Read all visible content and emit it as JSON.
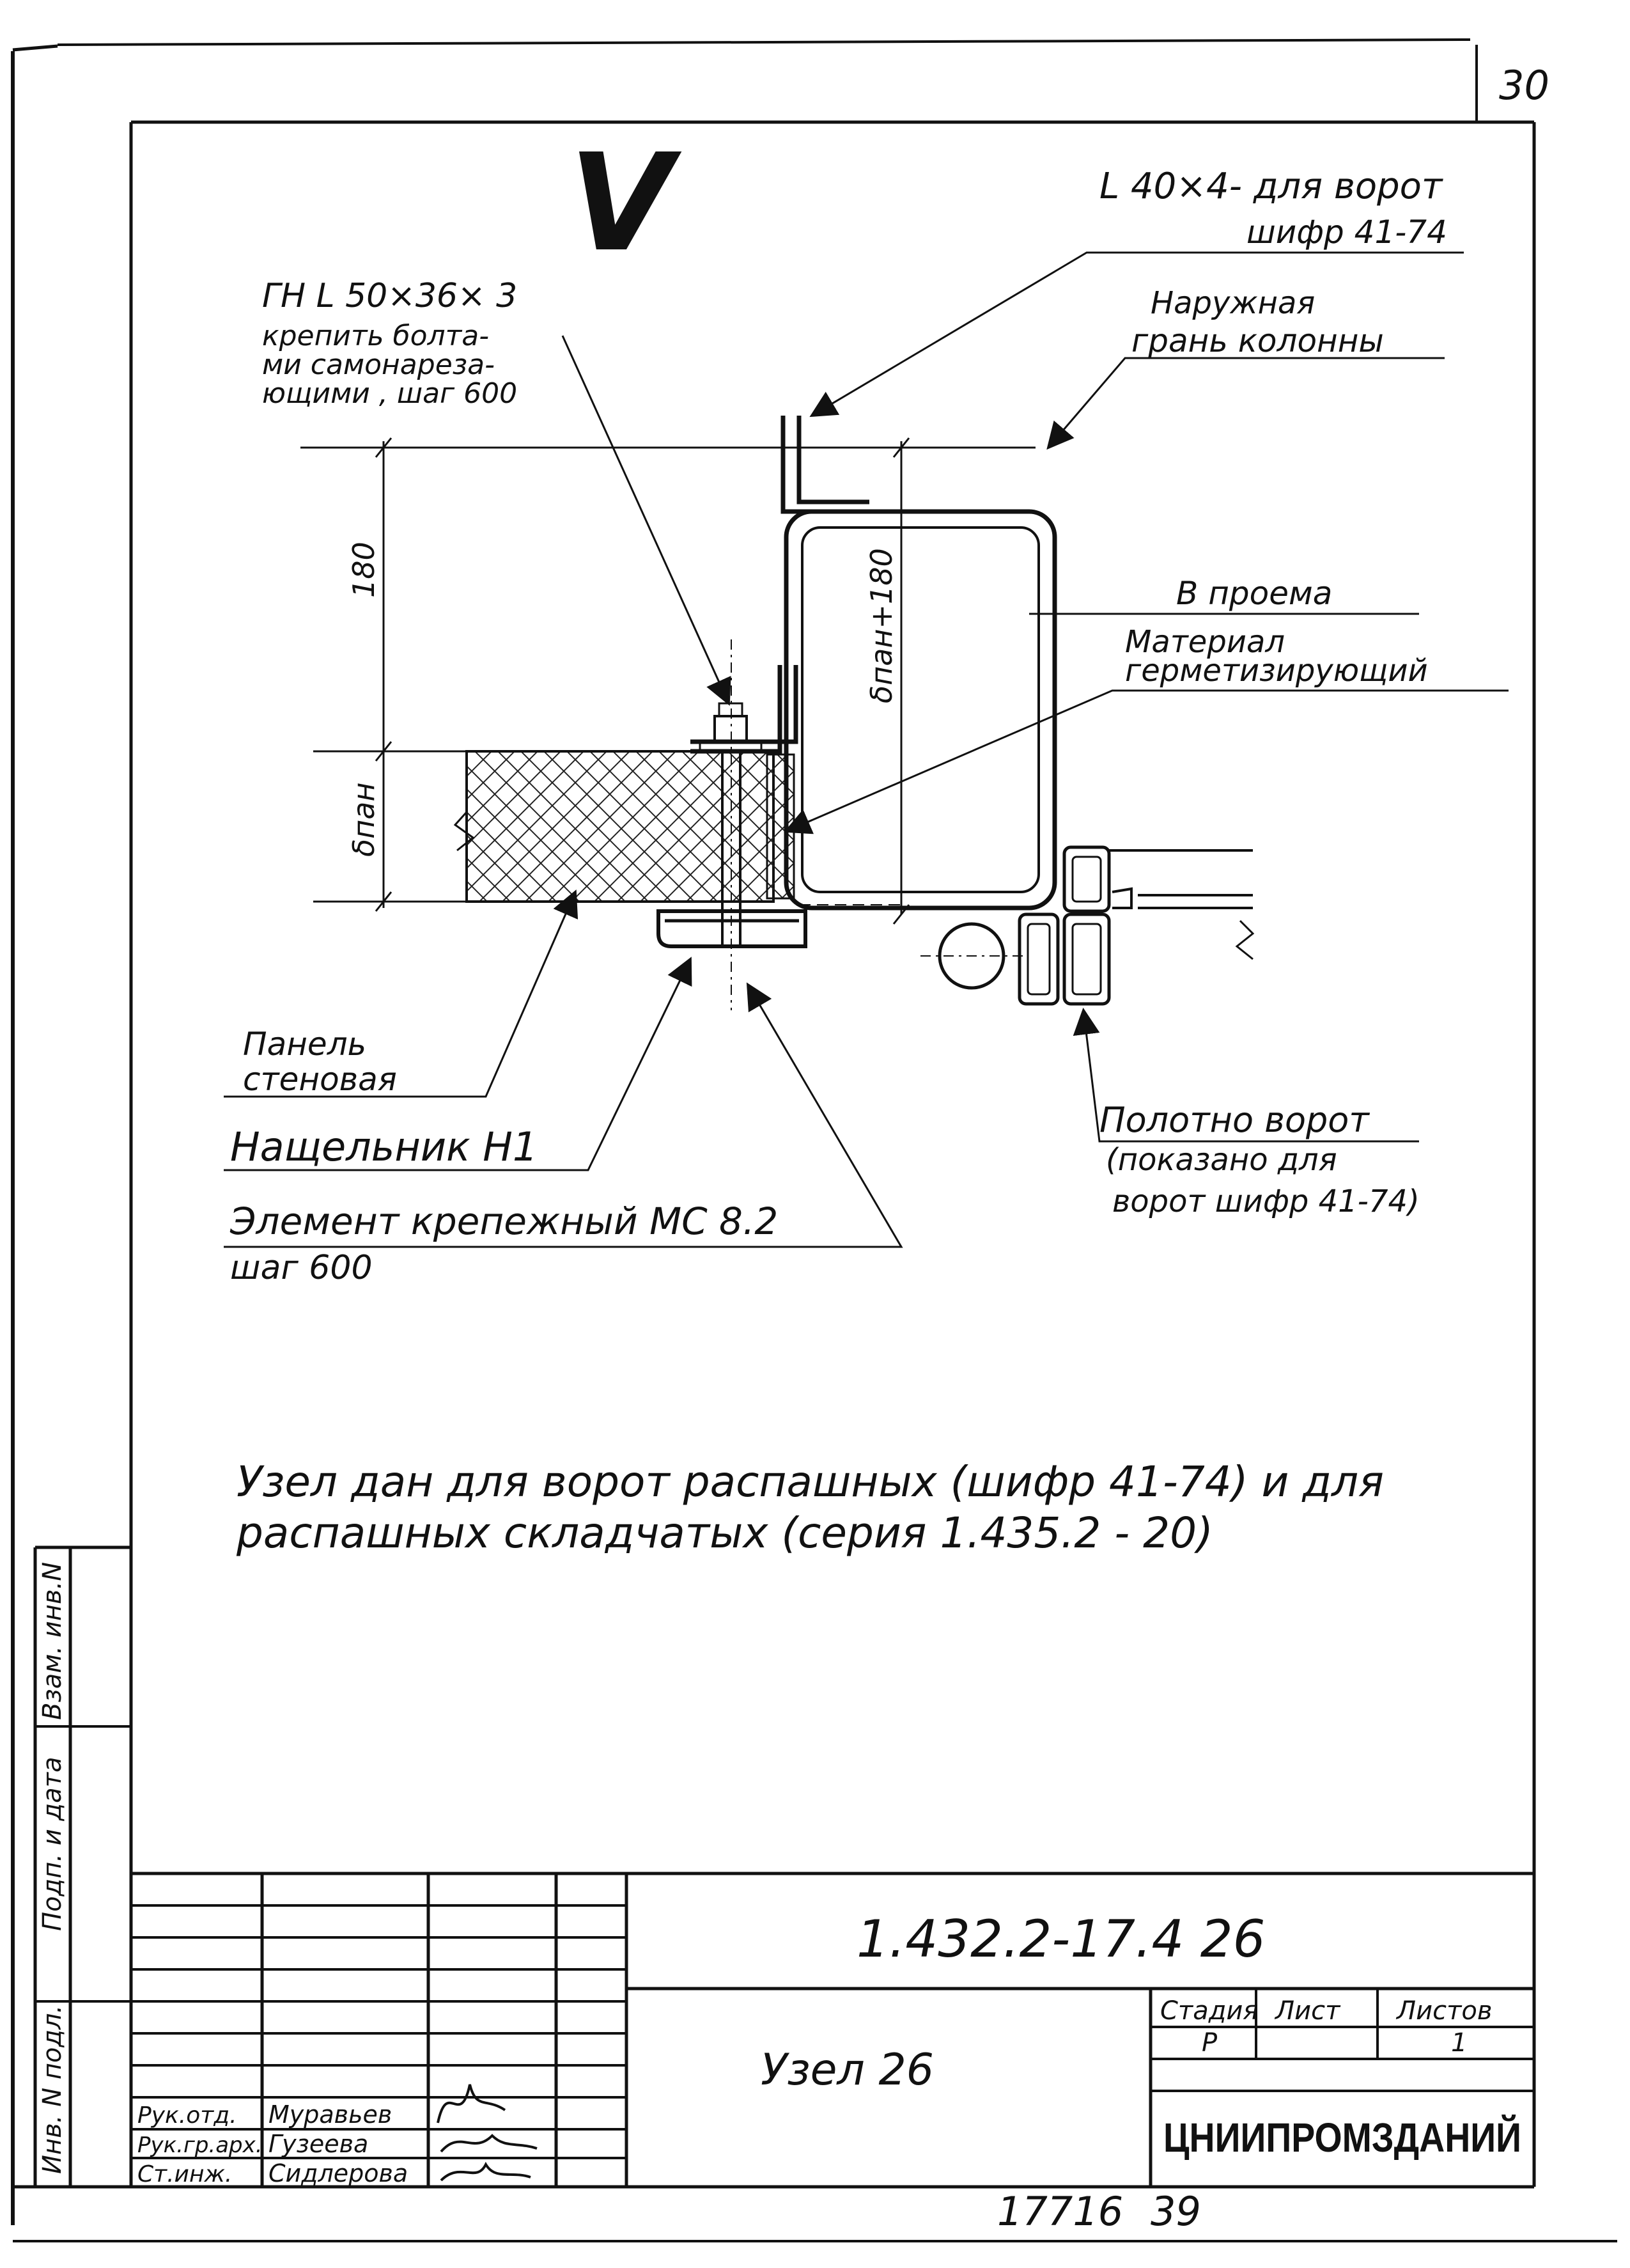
{
  "sheet_number": "30",
  "check_mark": "V",
  "labels": {
    "angle": [
      "L 40×4- для ворот",
      "шифр 41-74"
    ],
    "column_face": [
      "Наружная",
      "грань колонны"
    ],
    "gn_angle": [
      "ГН L 50×36× 3",
      "крепить болта-",
      "ми самонареза-",
      "ющими , шаг 600"
    ],
    "opening": "В проема",
    "sealant": [
      "Материал",
      "герметизирующий"
    ],
    "panel": [
      "Панель",
      "стеновая"
    ],
    "flashing": "Нащельник Н1",
    "fastener": [
      "Элемент крепежный МС 8.2",
      "шаг 600"
    ],
    "door_leaf": [
      "Полотно ворот",
      "(показано для",
      "ворот шифр 41-74)"
    ],
    "dim_180": "180",
    "dim_panel": "δпан",
    "dim_panel_180": "δпан+180"
  },
  "note": [
    "Узел дан для ворот распашных (шифр 41-74) и для",
    "распашных складчатых (серия 1.435.2 - 20)"
  ],
  "side_stamp": [
    "Инв. N подл.",
    "Подп. и дата",
    "Взам. инв.N"
  ],
  "title_block": {
    "code": "1.432.2-17.4 26",
    "title": "Узел 26",
    "stage_header": "Стадия",
    "sheet_header": "Лист",
    "sheets_header": "Листов",
    "stage": "Р",
    "sheets": "1",
    "organization": "ЦНИИПРОМЗДАНИЙ",
    "staff": [
      {
        "role": "Рук.отд.",
        "name": "Муравьев"
      },
      {
        "role": "Рук.гр.арх.",
        "name": "Гузеева"
      },
      {
        "role": "Ст.инж.",
        "name": "Сидлерова"
      }
    ],
    "archive_number": "17716",
    "archive_sheet": "39"
  }
}
